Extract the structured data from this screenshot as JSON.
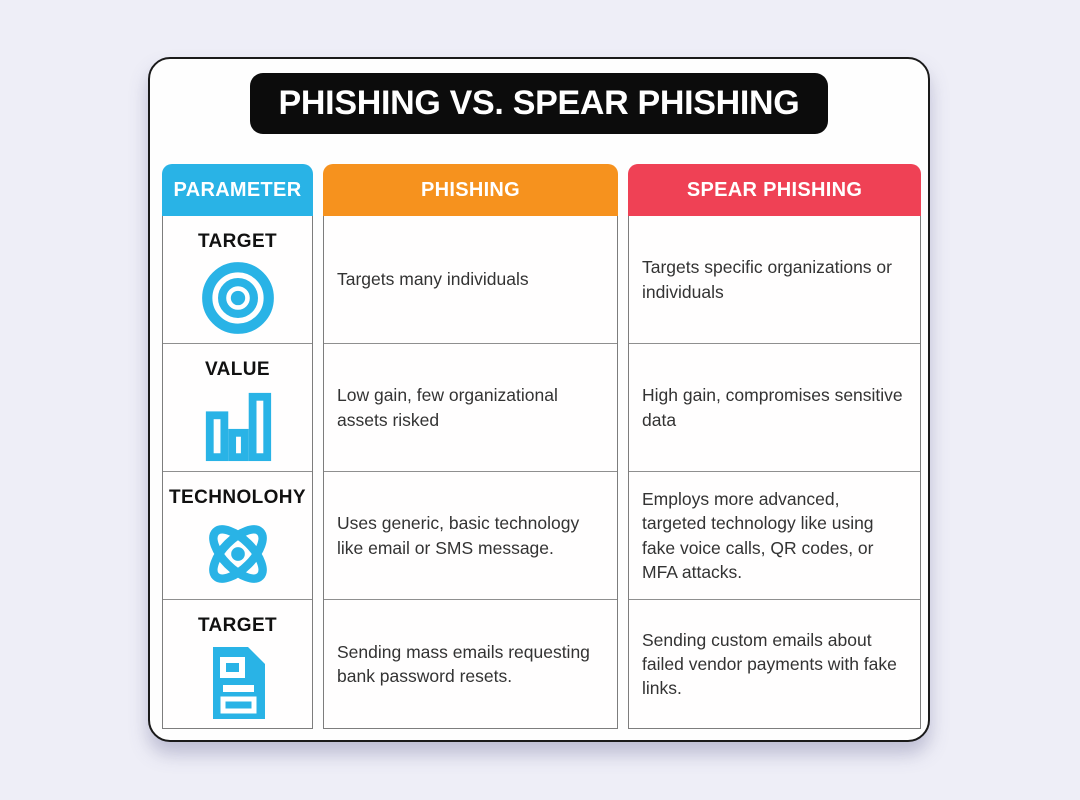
{
  "title": "PHISHING VS. SPEAR PHISHING",
  "colors": {
    "background": "#eeeef7",
    "card": "#fefefe",
    "title_bar": "#0c0c0c",
    "icon": "#29b3e6"
  },
  "headers": [
    {
      "label": "PARAMETER",
      "color": "#29b3e6"
    },
    {
      "label": "PHISHING",
      "color": "#f6921e"
    },
    {
      "label": "SPEAR PHISHING",
      "color": "#ef4155"
    }
  ],
  "rows": [
    {
      "parameter": "TARGET",
      "icon": "bullseye-icon",
      "phishing": "Targets many individuals",
      "spear_phishing": "Targets specific organizations or individuals"
    },
    {
      "parameter": "VALUE",
      "icon": "bar-chart-icon",
      "phishing": "Low gain, few organizational assets risked",
      "spear_phishing": "High gain, compromises sensitive data"
    },
    {
      "parameter": "TECHNOLOHY",
      "icon": "atom-icon",
      "phishing": "Uses generic, basic technology like email or SMS message.",
      "spear_phishing": "Employs more advanced, targeted technology like using fake voice calls, QR codes, or MFA attacks."
    },
    {
      "parameter": "TARGET",
      "icon": "document-icon",
      "phishing": "Sending mass emails requesting bank password resets.",
      "spear_phishing": "Sending custom emails about failed vendor payments with fake links."
    }
  ]
}
